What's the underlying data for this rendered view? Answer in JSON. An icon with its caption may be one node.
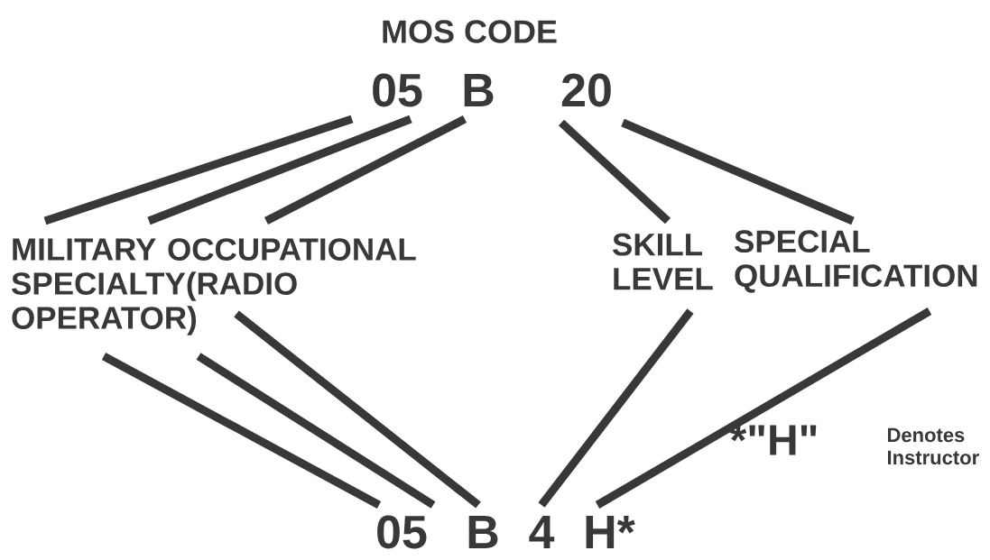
{
  "diagram": {
    "title": "MOS CODE",
    "nodes": [
      {
        "text": [
          "05"
        ]
      },
      {
        "text": [
          "B"
        ]
      },
      {
        "text": [
          "20"
        ]
      },
      {
        "text": [
          "MILITARY OCCUPATIONAL SPECIALTY(RADIO OPERATOR)"
        ]
      },
      {
        "text": [
          "SKILL LEVEL"
        ]
      },
      {
        "text": [
          "SPECIAL QUALIFICATION"
        ]
      },
      {
        "text": [
          "05"
        ]
      },
      {
        "text": [
          "B"
        ]
      },
      {
        "text": [
          "4"
        ]
      },
      {
        "text": [
          "H*"
        ]
      }
    ],
    "edges": [
      {
        "from": 0,
        "to": 3,
        "arrow": "none"
      },
      {
        "from": 0,
        "to": 3,
        "arrow": "none"
      },
      {
        "from": 1,
        "to": 3,
        "arrow": "none"
      },
      {
        "from": 2,
        "to": 4,
        "arrow": "none"
      },
      {
        "from": 2,
        "to": 5,
        "arrow": "none"
      },
      {
        "from": 3,
        "to": 6,
        "arrow": "none"
      },
      {
        "from": 3,
        "to": 6,
        "arrow": "none"
      },
      {
        "from": 3,
        "to": 7,
        "arrow": "none"
      },
      {
        "from": 4,
        "to": 8,
        "arrow": "none"
      },
      {
        "from": 5,
        "to": 9,
        "arrow": "none"
      }
    ],
    "labels": [
      "*\"H\"",
      "Denotes Instructor"
    ]
  }
}
